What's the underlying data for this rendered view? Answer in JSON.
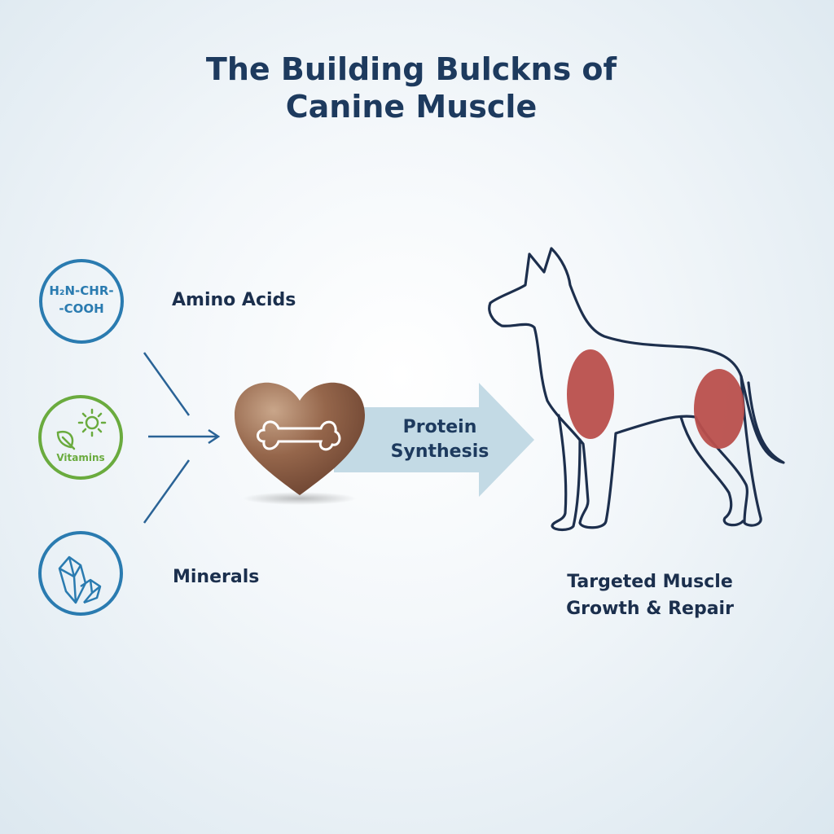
{
  "title": {
    "line1": "The Building Bulckns of",
    "line2": "Canine Muscle"
  },
  "inputs": [
    {
      "label": "Amino Acids",
      "icon": "amino-acid-formula-icon",
      "icon_text_line1": "H₂N-CHR-",
      "icon_text_line2": "-COOH",
      "color": "#2a7bb0"
    },
    {
      "label": "Vitamins",
      "icon": "leaf-sun-icon",
      "color": "#6aab3e"
    },
    {
      "label": "Minerals",
      "icon": "crystal-icon",
      "color": "#2a7bb0"
    }
  ],
  "center": {
    "icon": "heart-bone-icon",
    "color": "#8b5e45"
  },
  "process": {
    "line1": "Protein",
    "line2": "Synthesis",
    "color": "#bcd6e2"
  },
  "result": {
    "line1": "Targeted Muscle",
    "line2": "Growth & Repair",
    "icon": "dog-outline-icon",
    "muscle_color": "#b94f4c"
  }
}
